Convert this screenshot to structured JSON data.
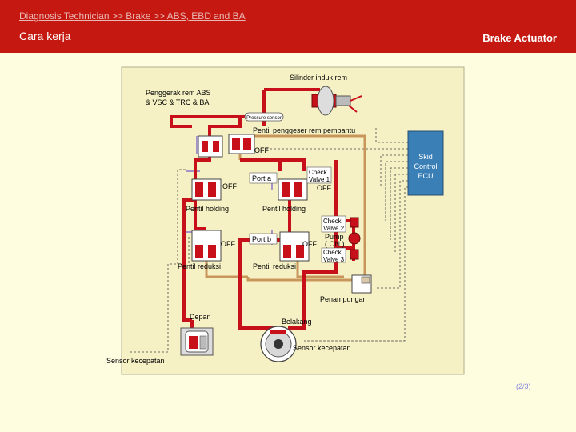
{
  "header": {
    "breadcrumb": "Diagnosis Technician >> Brake >> ABS, EBD and BA",
    "title_left": "Cara kerja",
    "title_right": "Brake Actuator"
  },
  "diagram": {
    "labels": {
      "master_cylinder": "Silinder induk rem",
      "actuator": "Penggerak rem ABS",
      "actuator_2": "& VSC & TRC & BA",
      "pressure_sensor": "Pressure sensor",
      "assist_valve": "Pentil penggeser rem pembantu",
      "off_top": "OFF",
      "skid_ecu_1": "Skid",
      "skid_ecu_2": "Control",
      "skid_ecu_3": "ECU",
      "port_a": "Port a",
      "check_valve_1a": "Check",
      "check_valve_1b": "Valve 1",
      "off_cv1": "OFF",
      "off_hold_left": "OFF",
      "holding_left": "Pentil holding",
      "holding_right": "Pentil holding",
      "check_valve_2a": "Check",
      "check_valve_2b": "Valve 2",
      "pump_a": "Pump",
      "pump_b": "( ON )",
      "check_valve_3a": "Check",
      "check_valve_3b": "Valve 3",
      "port_b": "Port b",
      "off_red_left": "OFF",
      "off_red_right": "OFF",
      "reduction_left": "Pentil reduksi",
      "reduction_right": "Pentil reduksi",
      "reservoir": "Penampungan",
      "front": "Depan",
      "rear": "Belakang",
      "speed_sensor_rear": "Sensor kecepatan",
      "speed_sensor_front": "Sensor kecepatan"
    }
  },
  "footer": {
    "page": "(2/3)"
  },
  "colors": {
    "header": "#c51810",
    "background": "#fffde0",
    "panel": "#f6f1c4",
    "fluid": "#c8101a",
    "return_line": "#c8965a",
    "ecu": "#3a7fb6"
  }
}
